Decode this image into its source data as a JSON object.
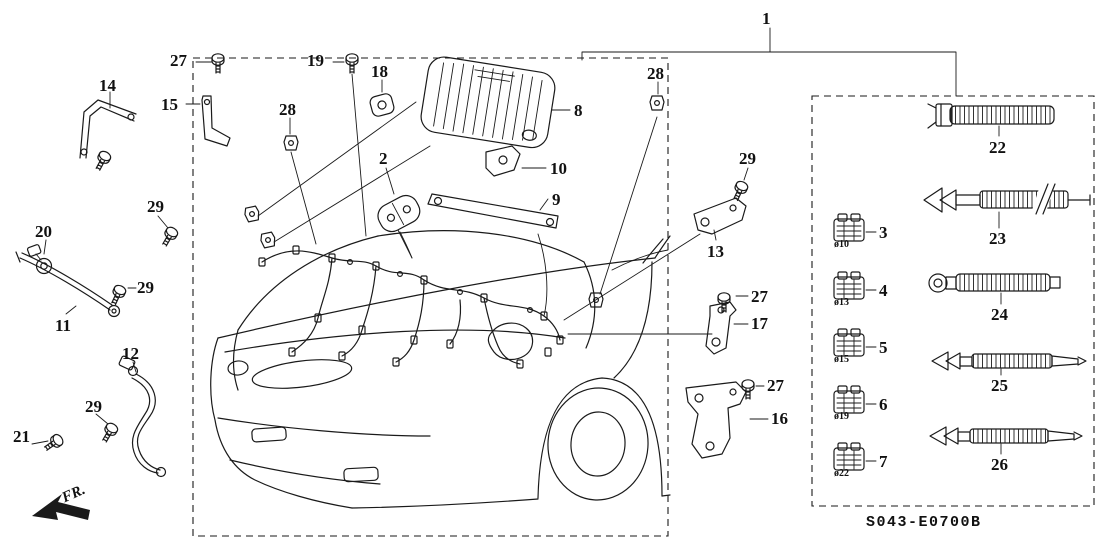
{
  "diagram": {
    "drawing_code": "S043-E0700B",
    "fr_label": "FR.",
    "connector_labels": [
      "ø10",
      "ø13",
      "ø15",
      "ø19",
      "ø22"
    ],
    "callouts": [
      {
        "text": "1"
      },
      {
        "text": "27"
      },
      {
        "text": "14"
      },
      {
        "text": "15"
      },
      {
        "text": "19"
      },
      {
        "text": "18"
      },
      {
        "text": "28"
      },
      {
        "text": "28"
      },
      {
        "text": "8"
      },
      {
        "text": "10"
      },
      {
        "text": "9"
      },
      {
        "text": "2"
      },
      {
        "text": "29"
      },
      {
        "text": "13"
      },
      {
        "text": "29"
      },
      {
        "text": "20"
      },
      {
        "text": "29"
      },
      {
        "text": "11"
      },
      {
        "text": "12"
      },
      {
        "text": "29"
      },
      {
        "text": "21"
      },
      {
        "text": "27"
      },
      {
        "text": "17"
      },
      {
        "text": "27"
      },
      {
        "text": "16"
      },
      {
        "text": "3"
      },
      {
        "text": "4"
      },
      {
        "text": "5"
      },
      {
        "text": "6"
      },
      {
        "text": "7"
      },
      {
        "text": "22"
      },
      {
        "text": "23"
      },
      {
        "text": "24"
      },
      {
        "text": "25"
      },
      {
        "text": "26"
      }
    ]
  }
}
